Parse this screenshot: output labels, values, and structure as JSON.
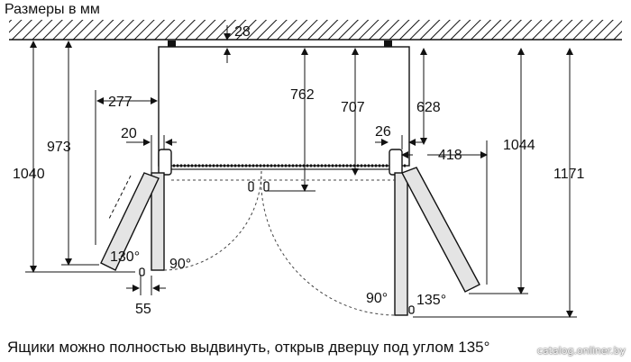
{
  "title": "Размеры в мм",
  "caption": "Ящики можно полностью выдвинуть, открыв дверцу под углом 135°",
  "watermark": "catalog.onliner.by",
  "dimensions": {
    "d28": "28",
    "d762": "762",
    "d707": "707",
    "d628": "628",
    "d277": "277",
    "d973": "973",
    "d1040": "1040",
    "d20": "20",
    "d26": "26",
    "d418": "418",
    "d1044": "1044",
    "d1171": "1171",
    "d55": "55"
  },
  "angles": {
    "a130": "130°",
    "a90_left": "90°",
    "a90_right": "90°",
    "a135": "135°"
  },
  "colors": {
    "wall_hatch": "#111111",
    "fridge_fill": "#e9e9e9",
    "line": "#111111"
  }
}
